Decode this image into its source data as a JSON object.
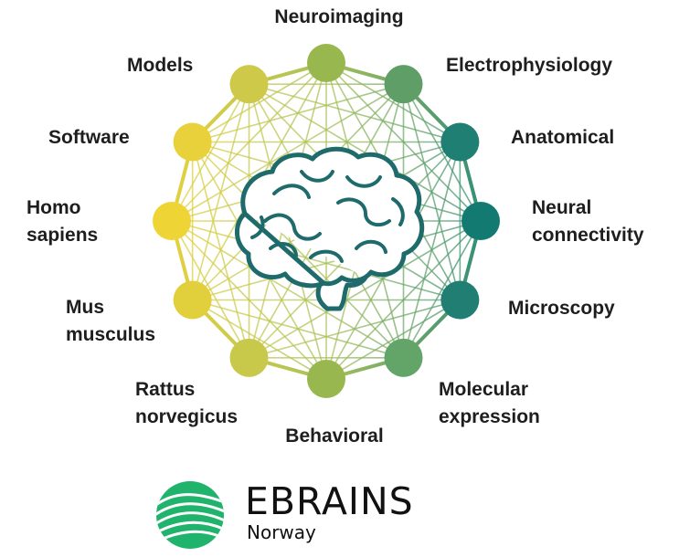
{
  "nodes": [
    {
      "label": "Neuroimaging",
      "color": "#98b84f"
    },
    {
      "label": "Electrophysiology",
      "color": "#5f9e66"
    },
    {
      "label": "Anatomical",
      "color": "#1f7f73"
    },
    {
      "label": "Neural connectivity",
      "color": "#137a72"
    },
    {
      "label": "Microscopy",
      "color": "#207f72"
    },
    {
      "label": "Molecular expression",
      "color": "#63a469"
    },
    {
      "label": "Behavioral",
      "color": "#98b84f"
    },
    {
      "label": "Rattus norvegicus",
      "color": "#c8c84a"
    },
    {
      "label": "Mus musculus",
      "color": "#e2cf3c"
    },
    {
      "label": "Homo sapiens",
      "color": "#efd436"
    },
    {
      "label": "Software",
      "color": "#e9d13c"
    },
    {
      "label": "Models",
      "color": "#cfc949"
    }
  ],
  "labels": {
    "neuroimaging": "Neuroimaging",
    "electrophysiology": "Electrophysiology",
    "anatomical": "Anatomical",
    "neural_line1": "Neural",
    "neural_line2": "connectivity",
    "microscopy": "Microscopy",
    "molecular_line1": "Molecular",
    "molecular_line2": "expression",
    "behavioral": "Behavioral",
    "rattus_line1": "Rattus",
    "rattus_line2": "norvegicus",
    "mus_line1": "Mus",
    "mus_line2": "musculus",
    "homo_line1": "Homo",
    "homo_line2": "sapiens",
    "software": "Software",
    "models": "Models"
  },
  "brand": {
    "name": "EBRAINS",
    "subtitle": "Norway",
    "logo_colors": [
      "#1fb36b",
      "#0f8a5a",
      "#5fd08e"
    ]
  }
}
